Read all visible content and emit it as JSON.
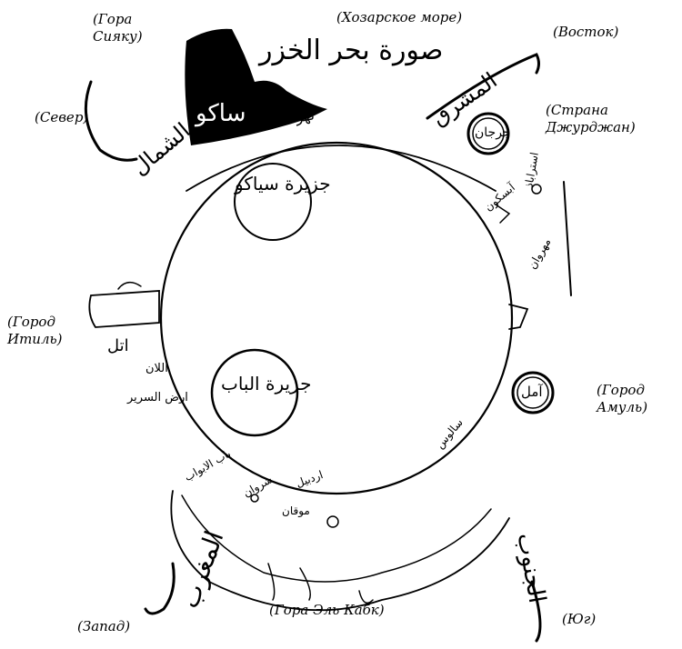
{
  "title": "Карта Хозарского моря",
  "labels_ru": {
    "mountain_siyaku": "(Гора\nСияку)",
    "khazar_sea": "(Хозарское море)",
    "east": "(Восток)",
    "north": "(Север)",
    "jurjan": "(Страна\nДжурджан)",
    "itil": "(Город\nИтиль)",
    "amul": "(Город\nАмуль)",
    "west": "(Запад)",
    "mount_kabk": "(Гора Эль Кабк)",
    "south": "(Юг)"
  },
  "labels_ar": {
    "siyah_kuh": "ساكو",
    "sea": "صورة بحر الخزر",
    "east": "المشرق",
    "north": "الشمال",
    "jurjan": "جرجان",
    "itil": "اتل",
    "amul": "آمل",
    "west": "المغرب",
    "south": "الجنوب",
    "island_1": "جزيرة سياكو",
    "island_2": "جزيرة الباب",
    "alan": "اللان",
    "sarir": "ارض السرير",
    "astarabad": "استراباذ",
    "abaskun": "آبسكون",
    "mihrawan": "مهروان",
    "river": "نهر",
    "shirvan": "شروان",
    "bab": "باب الابواب",
    "mukan": "موقان",
    "ardabil": "اردبيل",
    "salus": "سالوس"
  }
}
